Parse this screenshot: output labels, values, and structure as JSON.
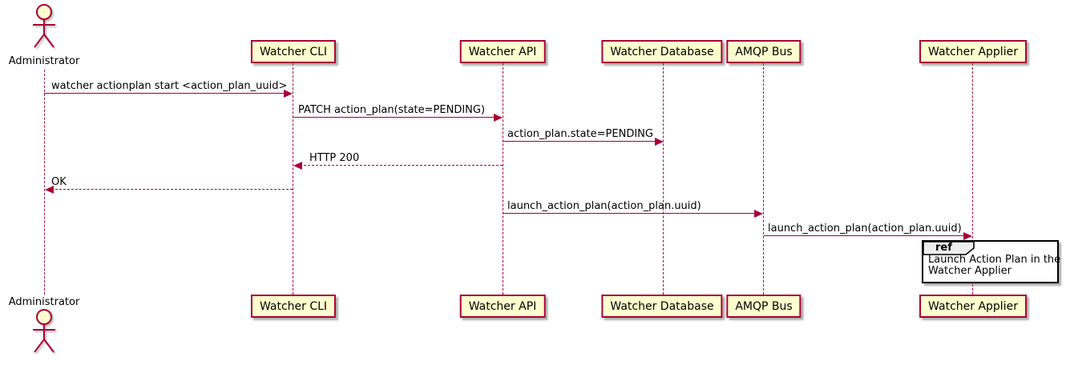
{
  "actor": {
    "name": "Administrator"
  },
  "participants": [
    {
      "name": "Watcher CLI"
    },
    {
      "name": "Watcher API"
    },
    {
      "name": "Watcher Database"
    },
    {
      "name": "AMQP Bus"
    },
    {
      "name": "Watcher Applier"
    }
  ],
  "messages": [
    {
      "label": "watcher actionplan start <action_plan_uuid>",
      "from": "Administrator",
      "to": "Watcher CLI",
      "style": "solid"
    },
    {
      "label": "PATCH action_plan(state=PENDING)",
      "from": "Watcher CLI",
      "to": "Watcher API",
      "style": "solid"
    },
    {
      "label": "action_plan.state=PENDING",
      "from": "Watcher API",
      "to": "Watcher Database",
      "style": "solid"
    },
    {
      "label": "HTTP 200",
      "from": "Watcher API",
      "to": "Watcher CLI",
      "style": "dashed"
    },
    {
      "label": "OK",
      "from": "Watcher CLI",
      "to": "Administrator",
      "style": "dashed"
    },
    {
      "label": "launch_action_plan(action_plan.uuid)",
      "from": "Watcher API",
      "to": "AMQP Bus",
      "style": "solid"
    },
    {
      "label": "launch_action_plan(action_plan.uuid)",
      "from": "AMQP Bus",
      "to": "Watcher Applier",
      "style": "solid"
    }
  ],
  "ref": {
    "keyword": "ref",
    "lines": [
      "Launch Action Plan in the",
      "Watcher Applier"
    ]
  },
  "colors": {
    "participant_fill": "#FEFECE",
    "line_color": "#A80036",
    "text_color": "#000000",
    "ref_header_fill": "#EEEEEE",
    "ref_border": "#000000"
  }
}
